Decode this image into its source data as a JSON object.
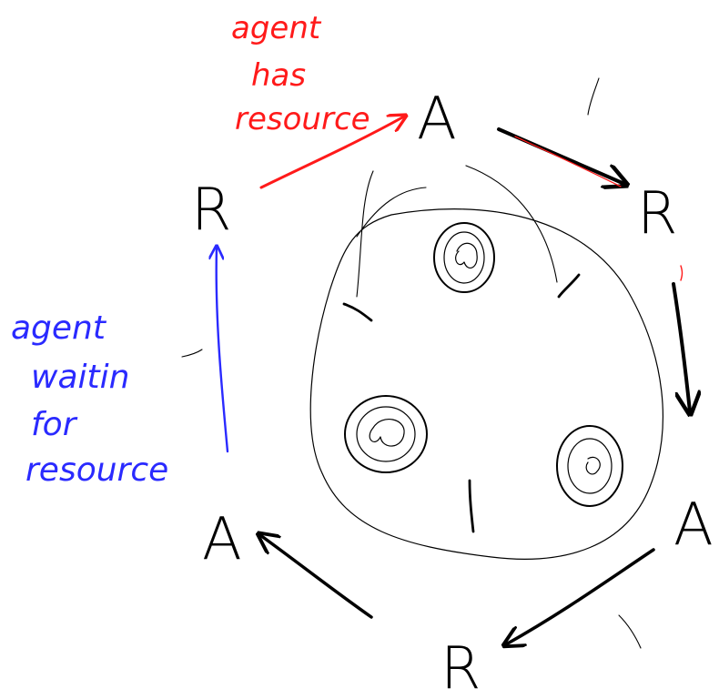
{
  "nodes": [
    {
      "id": "agent-top",
      "label": "A"
    },
    {
      "id": "resource-right",
      "label": "R"
    },
    {
      "id": "agent-right",
      "label": "A"
    },
    {
      "id": "resource-bottom",
      "label": "R"
    },
    {
      "id": "agent-left",
      "label": "A"
    },
    {
      "id": "resource-left",
      "label": "R"
    }
  ],
  "annotations": {
    "holds": [
      "agent",
      "has",
      "resource"
    ],
    "waiting": [
      "agent",
      "waitin",
      "for",
      "resource"
    ]
  },
  "colors": {
    "ink": "#000000",
    "holds_annotation": "#ff1a1a",
    "waiting_annotation": "#2a2aff"
  }
}
